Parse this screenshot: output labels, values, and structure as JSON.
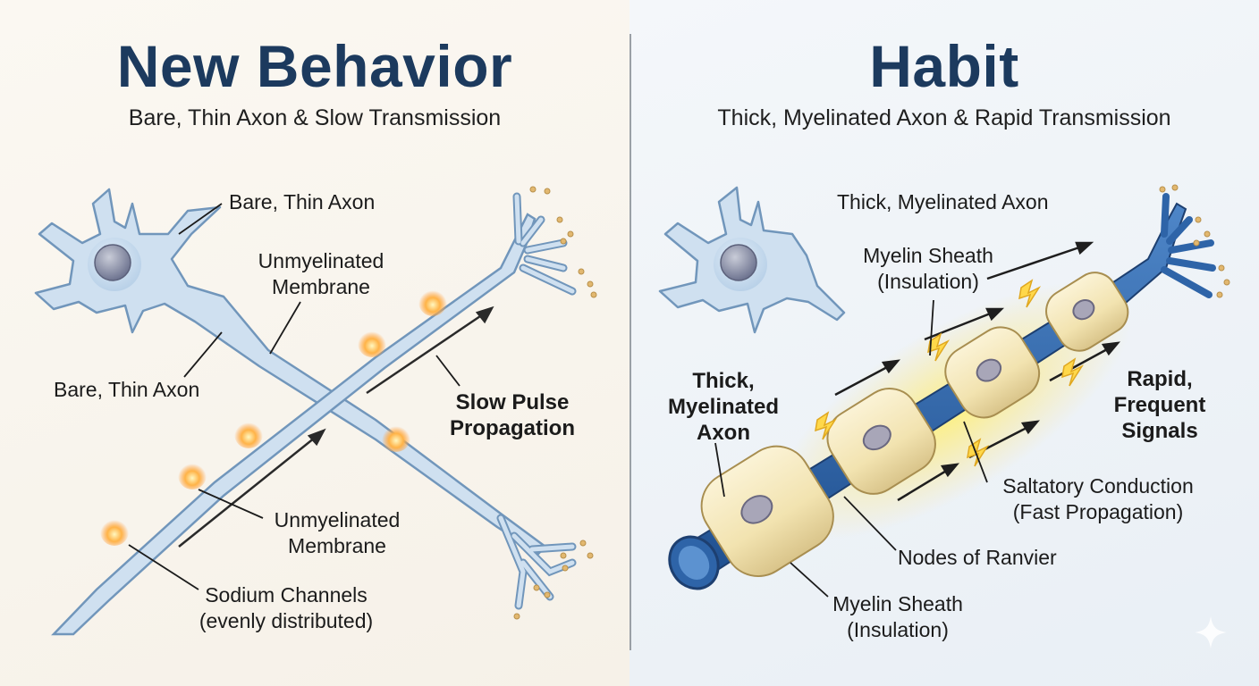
{
  "left": {
    "title": "New Behavior",
    "subtitle": "Bare, Thin Axon & Slow Transmission",
    "labels": {
      "bare_axon_top": "Bare, Thin Axon",
      "unmyelinated_top_1": "Unmyelinated",
      "unmyelinated_top_2": "Membrane",
      "bare_axon_left": "Bare, Thin Axon",
      "slow_pulse_1": "Slow Pulse",
      "slow_pulse_2": "Propagation",
      "unmyelinated_bottom_1": "Unmyelinated",
      "unmyelinated_bottom_2": "Membrane",
      "sodium_1": "Sodium Channels",
      "sodium_2": "(evenly distributed)"
    }
  },
  "right": {
    "title": "Habit",
    "subtitle": "Thick, Myelinated Axon & Rapid Transmission",
    "labels": {
      "thick_axon_top": "Thick, Myelinated Axon",
      "myelin_top_1": "Myelin Sheath",
      "myelin_top_2": "(Insulation)",
      "thick_left_1": "Thick,",
      "thick_left_2": "Myelinated",
      "thick_left_3": "Axon",
      "rapid_1": "Rapid,",
      "rapid_2": "Frequent",
      "rapid_3": "Signals",
      "saltatory_1": "Saltatory Conduction",
      "saltatory_2": "(Fast Propagation)",
      "nodes": "Nodes of Ranvier",
      "myelin_bottom_1": "Myelin Sheath",
      "myelin_bottom_2": "(Insulation)"
    }
  },
  "colors": {
    "title": "#1c3a5e",
    "neuron_fill": "#cfe0f0",
    "neuron_stroke": "#6f93b8",
    "myelin": "#f3e6b8",
    "node_blue": "#2e64a8",
    "glow": "#ffd84a"
  }
}
